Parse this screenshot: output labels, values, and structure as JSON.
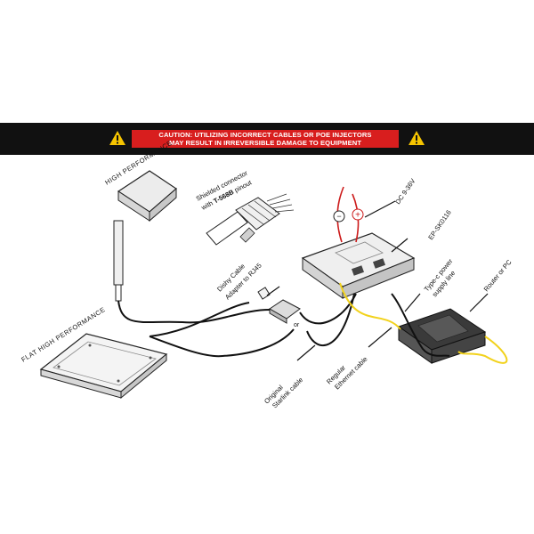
{
  "caution": {
    "line1": "CAUTION: UTILIZING INCORRECT CABLES OR POE INJECTORS",
    "line2": "MAY RESULT IN IRREVERSIBLE DAMAGE TO EQUIPMENT",
    "banner_color": "#111111",
    "box_color": "#d81e1e",
    "icon_color": "#f5c400"
  },
  "labels": {
    "high_performance": "HIGH PERFORMANCE",
    "flat_high_performance": "FLAT HIGH PERFORMANCE",
    "shielded_line1": "Shielded connector",
    "shielded_line2_prefix": "with ",
    "shielded_line2_bold": "T-568B",
    "shielded_line2_suffix": " pinout",
    "dishy_line1": "Dishy Cable",
    "dishy_line2": "Adapter to RJ45",
    "or": "or",
    "original_line1": "Original",
    "original_line2": "Starlink cable",
    "regular_line1": "Regular",
    "regular_line2": "Ethernet cable",
    "dc": "DC 9-36V",
    "minus": "−",
    "plus": "+",
    "model": "EP-SK0116",
    "typec_line1": "Type-c power",
    "typec_line2": "supply line",
    "router": "Router or PC"
  },
  "colors": {
    "cable": "#111111",
    "yellow_cable": "#f2d21c",
    "red_wire": "#cc1a1a"
  }
}
